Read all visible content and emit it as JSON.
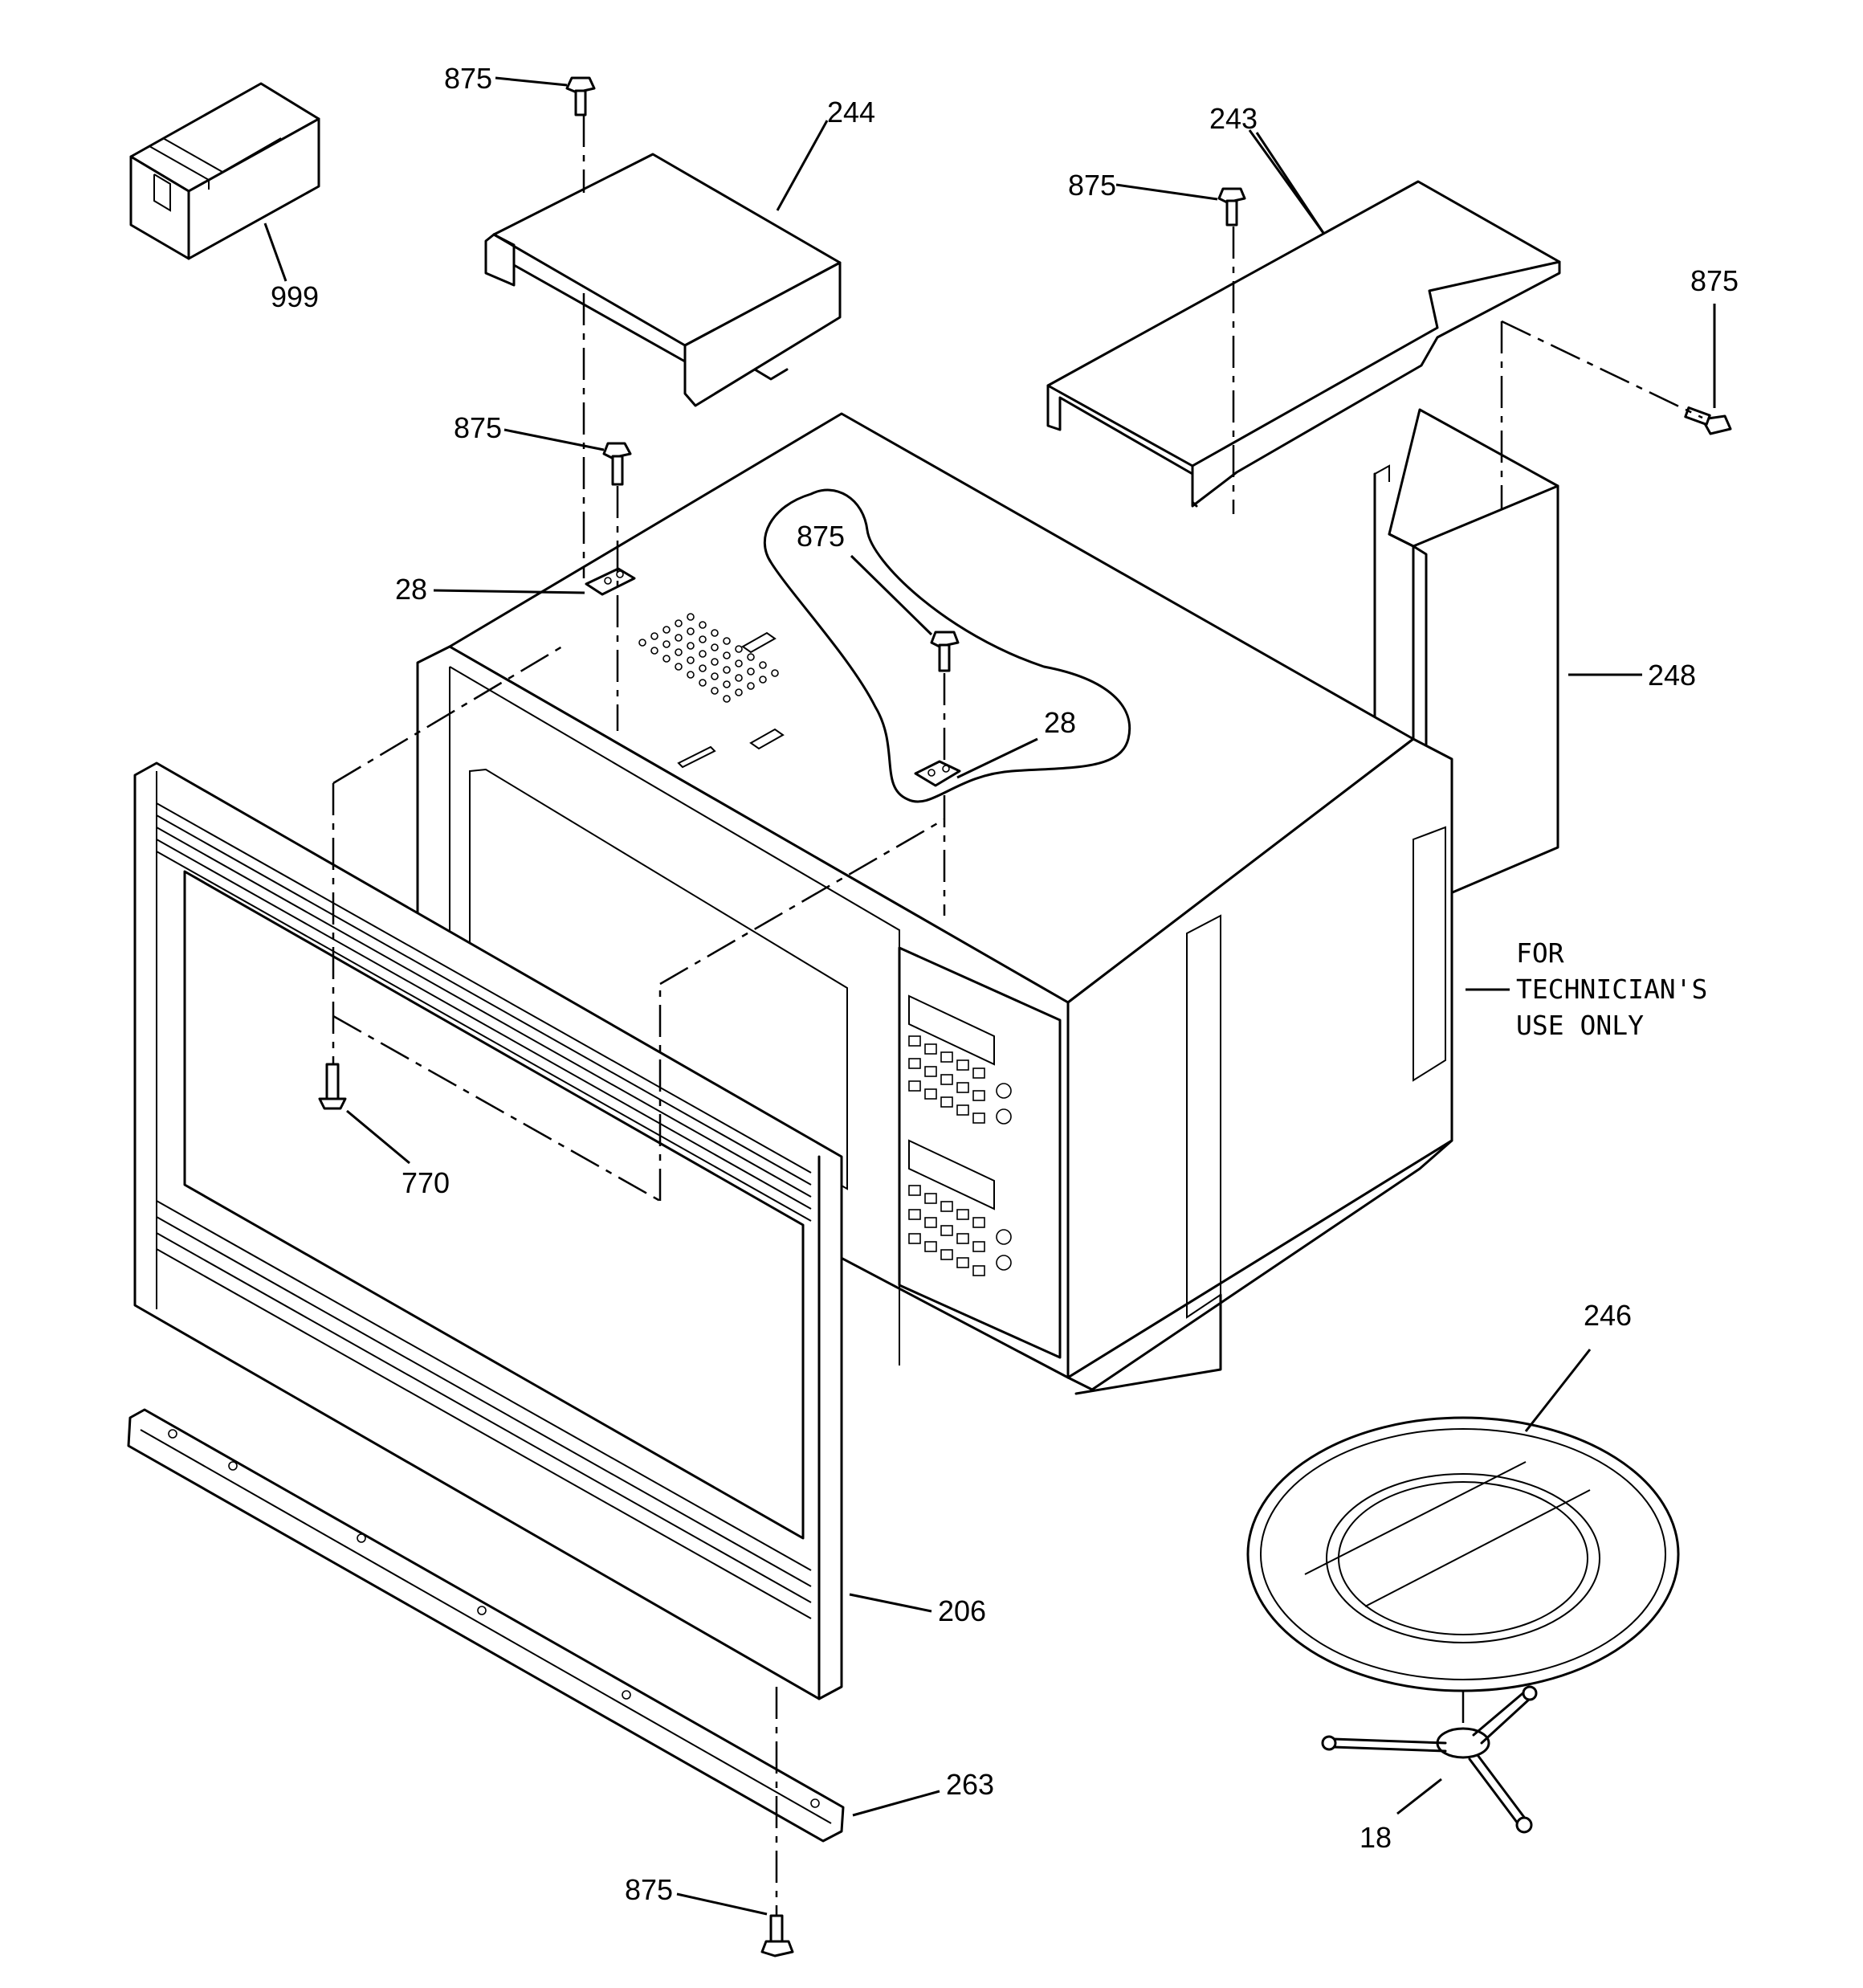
{
  "labels": {
    "p999": "999",
    "p875_a": "875",
    "p244": "244",
    "p243": "243",
    "p875_b": "875",
    "p875_c": "875",
    "p875_d": "875",
    "p875_e": "875",
    "p28_a": "28",
    "p28_b": "28",
    "p248": "248",
    "p770": "770",
    "p206": "206",
    "p263": "263",
    "p875_f": "875",
    "p246": "246",
    "p18": "18"
  },
  "note": {
    "line1": "FOR",
    "line2": "TECHNICIAN'S",
    "line3": "USE ONLY"
  }
}
